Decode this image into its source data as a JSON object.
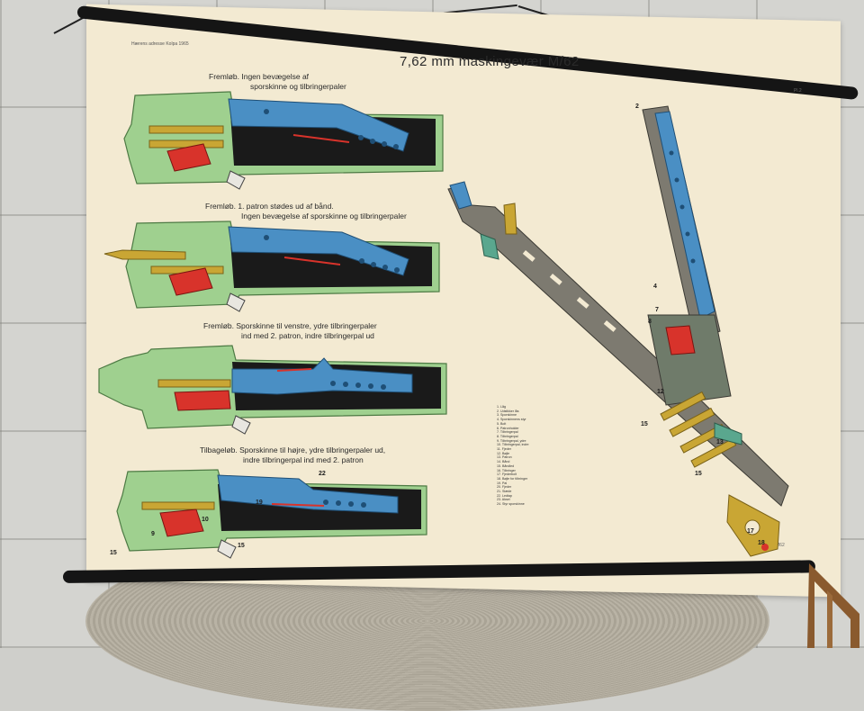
{
  "poster": {
    "title": "7,62 mm maskingevær M/62",
    "publisher": "Hærens adresse Kolpa 1965",
    "sheet": "Pl.2",
    "footer": "M62",
    "panels": [
      {
        "caption_line1": "Fremløb.  Ingen bevægelse af",
        "caption_line2": "sporskinne og tilbringerpaler"
      },
      {
        "caption_line1": "Fremløb. 1. patron stødes ud af bånd.",
        "caption_line2": "Ingen bevægelse af sporskinne og tilbringerpaler"
      },
      {
        "caption_line1": "Fremløb.  Sporskinne til venstre, ydre tilbringerpaler",
        "caption_line2": "ind med 2. patron, indre tilbringerpal ud"
      },
      {
        "caption_line1": "Tilbageløb.  Sporskinne til højre, ydre tilbringerpaler ud,",
        "caption_line2": "indre tilbringerpal ind med 2. patron"
      }
    ],
    "panel4_numbers": [
      "22",
      "19",
      "9",
      "10",
      "15",
      "15"
    ],
    "diagram_numbers": [
      "2",
      "4",
      "7",
      "8",
      "12",
      "15",
      "13",
      "15",
      "17",
      "18"
    ],
    "legend_items": [
      "1. Låg",
      "2. Udstikker lås",
      "3. Sporskinne",
      "4. Sporskinnens styr",
      "5. Bolt",
      "6. Patronholder",
      "7. Tilbringerpal",
      "8. Tilbringerpal",
      "9. Tilbringerpal, ydre",
      "10. Tilbringerpal, indre",
      "11. Fjeder",
      "12. Bøjle",
      "13. Patron",
      "14. Bånd",
      "15. Båndled",
      "16. Tilbringer",
      "17. Fjederbolt",
      "18. Bøjle for tilbringer",
      "19. Pal",
      "20. Fjeder",
      "21. Slæde",
      "22. Ledtap",
      "23. Aksel",
      "24. Styr sporskinne"
    ]
  },
  "colors": {
    "paper": "#f3ead2",
    "receiver_green": "#9fd08f",
    "feed_blue": "#4a8fc4",
    "cartridge_brass": "#c9a634",
    "pawl_red": "#d8332b",
    "barrel_grey": "#7d7a70",
    "chamber_black": "#1a1a1a"
  }
}
